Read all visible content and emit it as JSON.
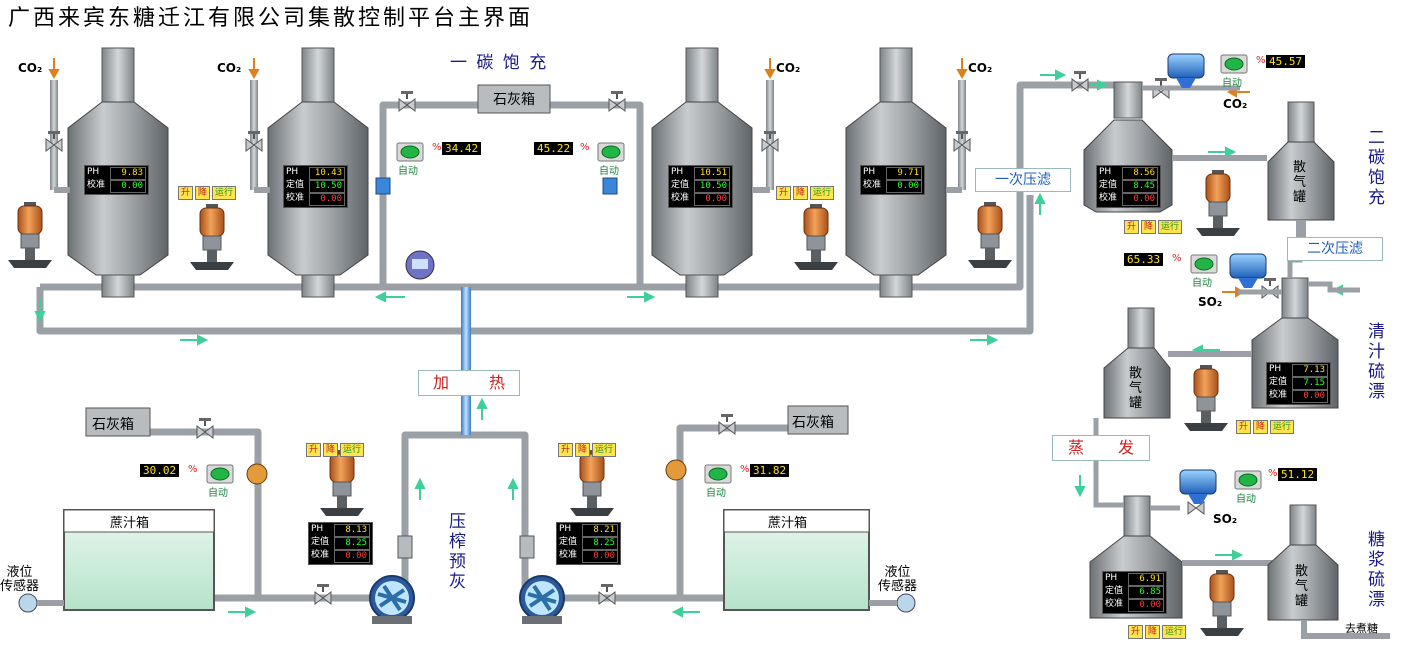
{
  "title": "广西来宾东糖迁江有限公司集散控制平台主界面",
  "colors": {
    "pipe": "#9aa0a6",
    "vessel": "#a7abaf",
    "vessel_dark": "#6f7478",
    "arrow": "#3fcf9a",
    "co2_arrow": "#e0801c",
    "pump_orange": "#d9772a",
    "digit_yellow": "#ffe01a",
    "digit_green": "#2bff2b",
    "digit_red": "#ff3b3b",
    "sep_blue": "#2f6fd6",
    "heat_red": "#d02020"
  },
  "section_labels": {
    "carb1": "一 碳 饱 充",
    "carb2": [
      "二",
      "碳",
      "饱",
      "充"
    ],
    "juice_sulf": [
      "清",
      "汁",
      "硫",
      "漂"
    ],
    "syrup_sulf": [
      "糖",
      "浆",
      "硫",
      "漂"
    ],
    "press_preliming": [
      "压",
      "榨",
      "预",
      "灰"
    ]
  },
  "boxes": {
    "lime_box_top": "石灰箱",
    "lime_box_left": "石灰箱",
    "lime_box_right": "石灰箱",
    "filter1": "一次压滤",
    "filter2": "二次压滤",
    "heating_left": "加",
    "heating_right": "热",
    "evap_left": "蒸",
    "evap_right": "发",
    "juice_tank_left": "蔗汁箱",
    "juice_tank_right": "蔗汁箱"
  },
  "gas": {
    "co2": "CO₂",
    "so2": "SO₂"
  },
  "level_sensor": {
    "line1": "液位",
    "line2": "传感器"
  },
  "degas_label": [
    "散",
    "气",
    "罐"
  ],
  "to_boiling": "去煮糖",
  "readout_labels": {
    "ph": "PH",
    "setpoint": "定值",
    "calib": "校准"
  },
  "controls": {
    "auto": "自动",
    "up": "升",
    "down": "降",
    "run": "运行",
    "percent": "%"
  },
  "vessels": [
    {
      "ph": "9.83",
      "calib": "0.00"
    },
    {
      "ph": "10.43",
      "setpoint": "10.50",
      "calib": "0.00"
    },
    {
      "ph": "10.51",
      "setpoint": "10.50",
      "calib": "0.00"
    },
    {
      "ph": "9.71",
      "calib": "0.00"
    }
  ],
  "small_vessels": [
    {
      "ph": "8.56",
      "setpoint": "8.45",
      "calib": "0.00"
    },
    {
      "ph": "7.13",
      "setpoint": "7.15",
      "calib": "0.00"
    },
    {
      "ph": "6.91",
      "setpoint": "6.85",
      "calib": "0.00"
    }
  ],
  "preliming": [
    {
      "ph": "8.13",
      "setpoint": "8.25",
      "calib": "0.00"
    },
    {
      "ph": "8.21",
      "setpoint": "8.25",
      "calib": "0.00"
    }
  ],
  "valve_pct": {
    "carb1_left": "34.42",
    "carb1_right": "45.22",
    "carb2": "45.57",
    "juice_so2": "65.33",
    "syrup_so2": "51.12",
    "lime_left": "30.02",
    "lime_right": "31.82"
  }
}
